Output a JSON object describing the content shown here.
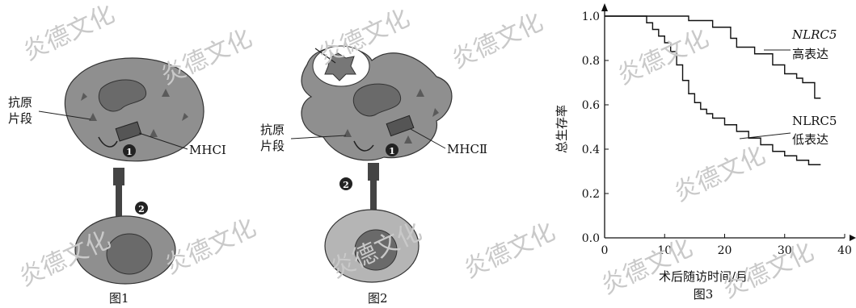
{
  "fig1": {
    "caption": "图1",
    "antigen_label_1": "抗原",
    "antigen_label_2": "片段",
    "mhc_label": "MHCⅠ",
    "step1": "1",
    "step2": "2"
  },
  "fig2": {
    "caption": "图2",
    "antigen_label_1": "抗原",
    "antigen_label_2": "片段",
    "mhc_label": "MHCⅡ",
    "step1": "1",
    "step2": "2"
  },
  "fig3": {
    "caption": "图3",
    "ylabel": "总生存率",
    "xlabel": "术后随访时间/月",
    "series_high_name": "NLRC5",
    "series_high_desc": "高表达",
    "series_low_name": "NLRC5",
    "series_low_desc": "低表达",
    "y_ticks": [
      "0.0",
      "0.2",
      "0.4",
      "0.6",
      "0.8",
      "1.0"
    ],
    "x_ticks": [
      "0",
      "10",
      "20",
      "30",
      "40"
    ]
  },
  "watermark": "炎德文化",
  "chart_data": {
    "type": "line",
    "title": "",
    "xlabel": "术后随访时间/月",
    "ylabel": "总生存率",
    "xlim": [
      0,
      40
    ],
    "ylim": [
      0,
      1.0
    ],
    "step": true,
    "series": [
      {
        "name": "NLRC5 高表达",
        "x": [
          0,
          14,
          18,
          21,
          22,
          24,
          25,
          28,
          30,
          32,
          33,
          35,
          36
        ],
        "y": [
          1.0,
          0.98,
          0.95,
          0.9,
          0.86,
          0.86,
          0.83,
          0.78,
          0.74,
          0.72,
          0.7,
          0.63,
          0.63
        ]
      },
      {
        "name": "NLRC5 低表达",
        "x": [
          0,
          7,
          8,
          9,
          10,
          11,
          12,
          13,
          14,
          15,
          16,
          17,
          18,
          20,
          22,
          24,
          26,
          28,
          30,
          32,
          34,
          36
        ],
        "y": [
          1.0,
          0.97,
          0.94,
          0.91,
          0.88,
          0.84,
          0.78,
          0.71,
          0.65,
          0.61,
          0.58,
          0.56,
          0.54,
          0.51,
          0.48,
          0.45,
          0.42,
          0.39,
          0.37,
          0.35,
          0.33,
          0.33
        ]
      }
    ]
  }
}
